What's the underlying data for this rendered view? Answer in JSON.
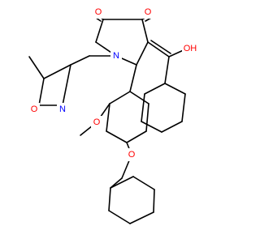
{
  "colors": {
    "carbon": "#000000",
    "oxygen": "#ff0000",
    "nitrogen": "#0000ff"
  },
  "atom_labels": {
    "ring_n": "N",
    "isoxazole_n": "N",
    "isoxazole_o": "O",
    "ketone_o1": "O",
    "ketone_o2": "O",
    "hydroxyl": "OH",
    "methoxy_o": "O",
    "benzyloxy_o": "O"
  }
}
